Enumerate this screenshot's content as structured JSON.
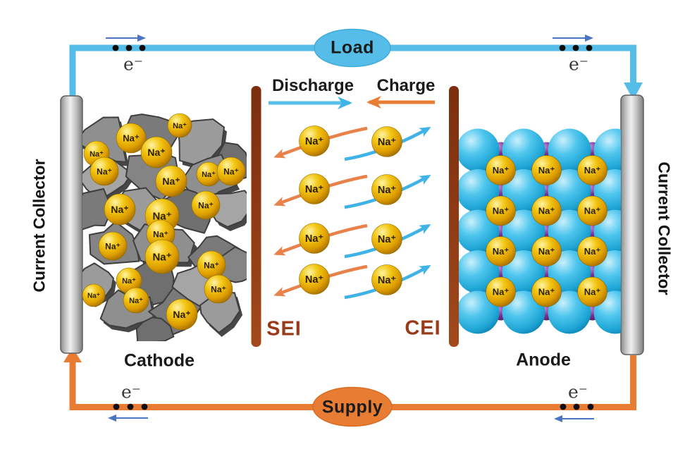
{
  "labels": {
    "load": "Load",
    "supply": "Supply",
    "discharge": "Discharge",
    "charge": "Charge",
    "cathode": "Cathode",
    "anode": "Anode",
    "sei": "SEI",
    "cei": "CEI",
    "current_collector_left": "Current Collector",
    "current_collector_right": "Current Collector",
    "electron": "e⁻",
    "na_ion": "Na⁺"
  },
  "colors": {
    "circuit_blue": "#55bde8",
    "circuit_orange": "#e87c33",
    "electron_arrow_blue": "#4a74c4",
    "interphase_bar_brown": "#8a3513",
    "interphase_label_brown": "#9a3a18",
    "sodium_ion_gold": "#e8b400",
    "anode_atom_cyan": "#2ab4e0",
    "anode_atom_purple": "#7b2f8e",
    "cathode_flake_gray": "#8f8f8f",
    "current_collector_gray": "#c9c9c9",
    "dot_black": "#0d0d0d"
  },
  "electrolyte": {
    "ion_rows": 4
  }
}
